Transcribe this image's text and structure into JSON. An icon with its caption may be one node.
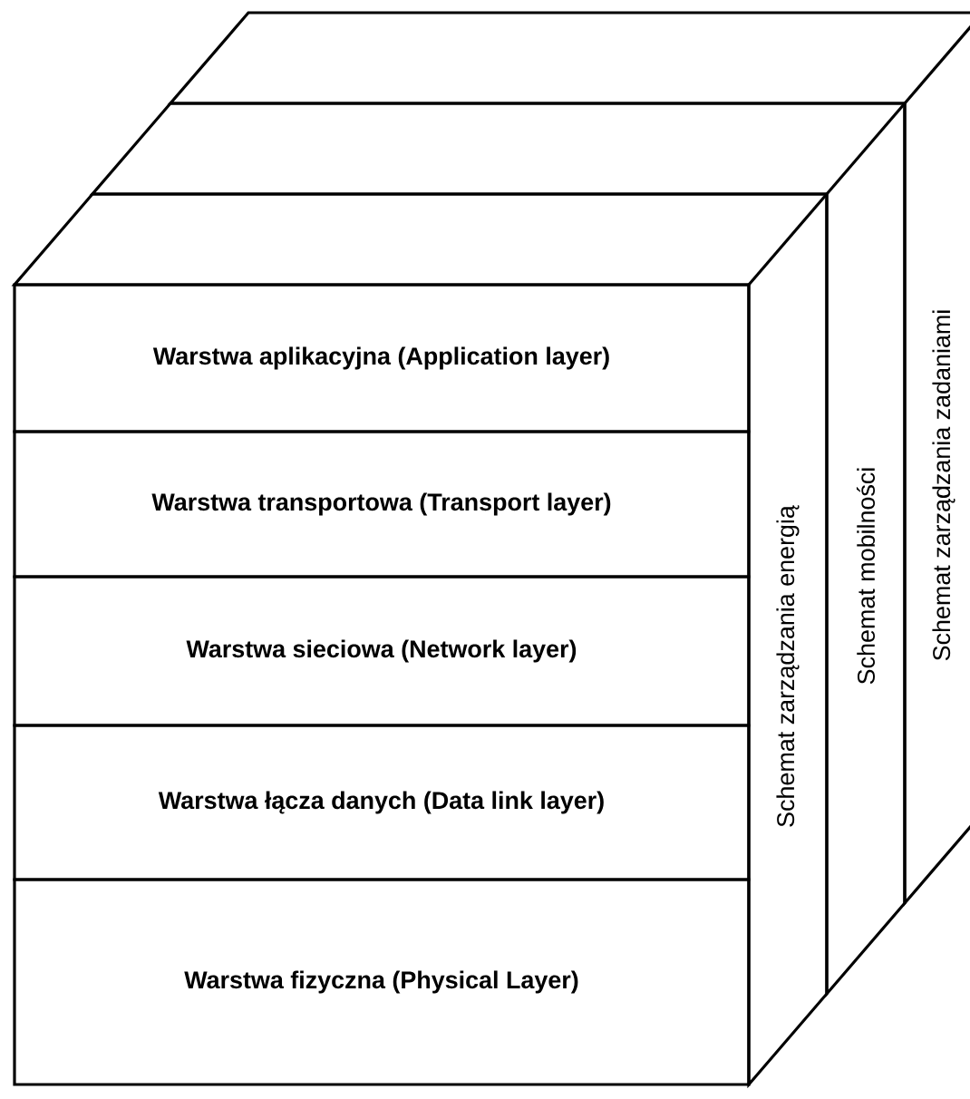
{
  "diagram": {
    "nodes": [
      {
        "text": [
          "Warstwa aplikacyjna (Application layer)"
        ]
      },
      {
        "text": [
          "Warstwa transportowa (Transport layer)"
        ]
      },
      {
        "text": [
          "Warstwa sieciowa (Network layer)"
        ]
      },
      {
        "text": [
          "Warstwa łącza danych (Data link layer)"
        ]
      },
      {
        "text": [
          "Warstwa fizyczna (Physical Layer)"
        ]
      },
      {
        "text": [
          "Schemat zarządzania energią"
        ]
      },
      {
        "text": [
          "Schemat mobilności"
        ]
      },
      {
        "text": [
          "Schemat zarządzania zadaniami"
        ]
      }
    ]
  }
}
